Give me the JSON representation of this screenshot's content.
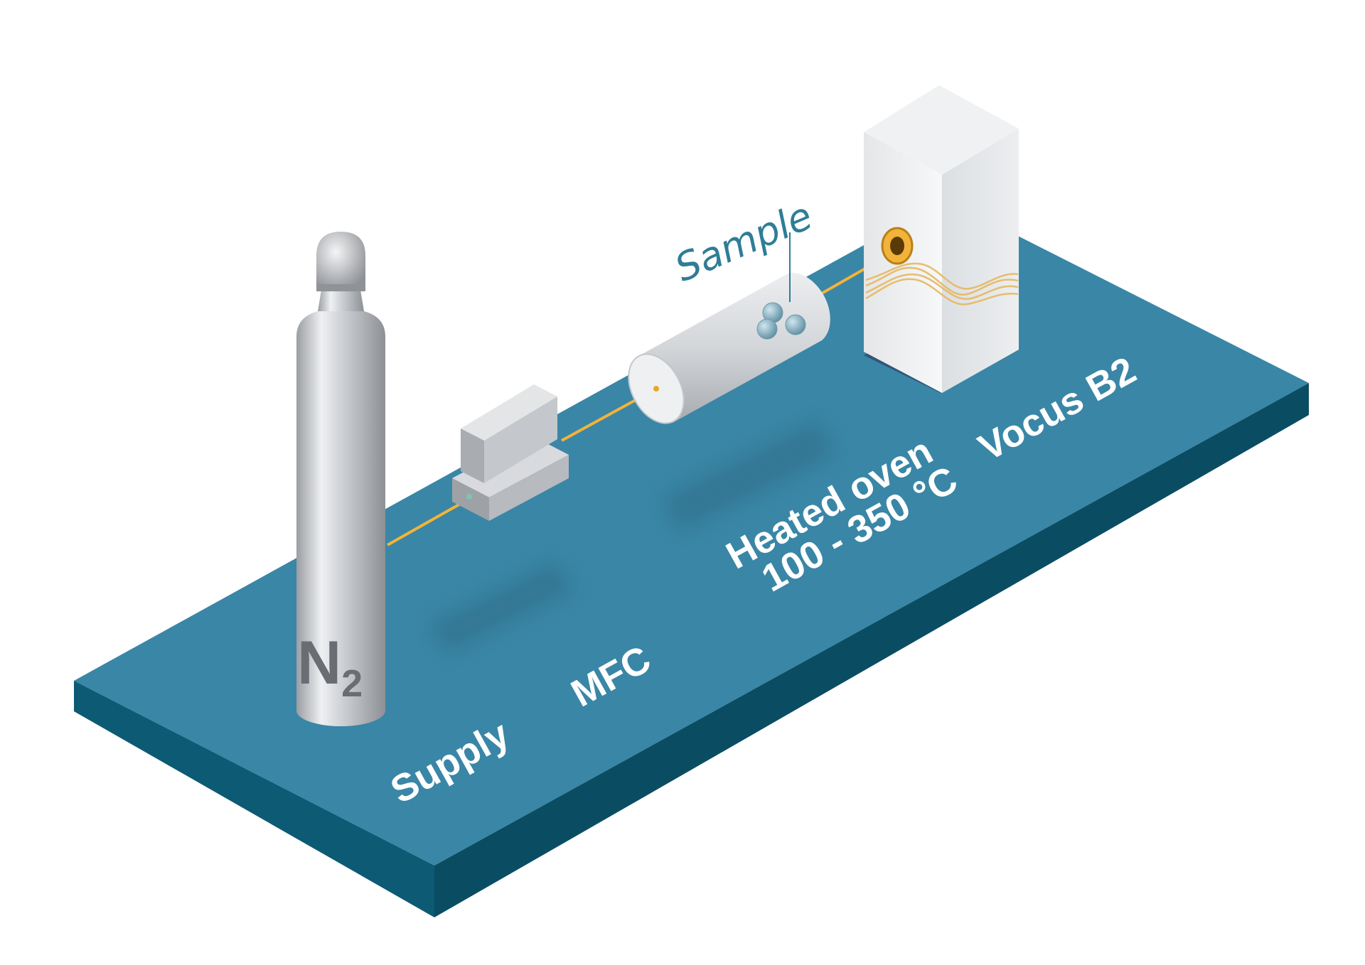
{
  "diagram": {
    "cylinder": {
      "formula_main": "N",
      "formula_sub": "2"
    },
    "labels": {
      "supply": "Supply",
      "mfc": "MFC",
      "oven_line1": "Heated oven",
      "oven_line2": "100 - 350 °C",
      "instrument": "Vocus B2",
      "sample": "Sample"
    },
    "colors": {
      "table_top": "#3a86a6",
      "table_side": "#0c5a73",
      "gas_line": "#f2b33a",
      "sample_text": "#2f7d97",
      "metal": "#c9ccd0"
    }
  }
}
